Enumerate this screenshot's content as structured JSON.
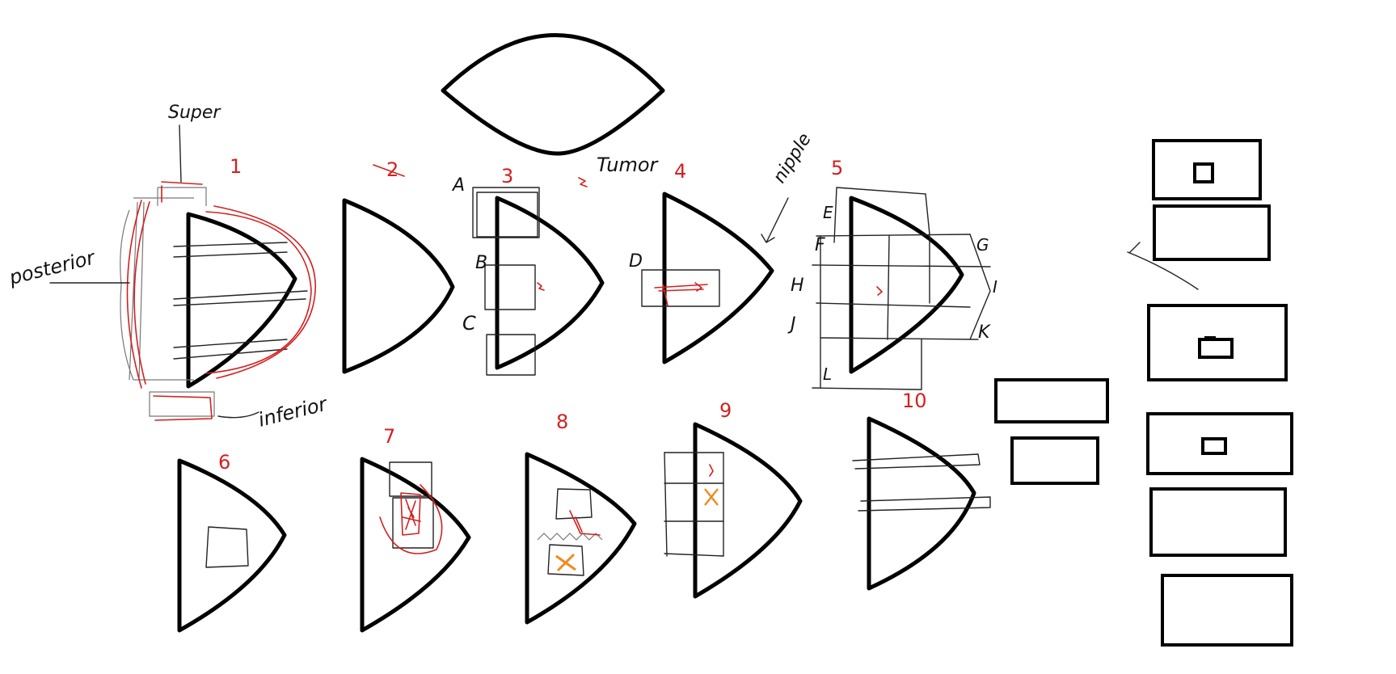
{
  "labels": {
    "superior": "Super",
    "posterior": "posterior",
    "inferior": "inferior",
    "tumor": "Tumor",
    "nipple": "nipple"
  },
  "section_letters": [
    "A",
    "B",
    "C",
    "D",
    "E",
    "F",
    "G",
    "H",
    "I",
    "J",
    "K",
    "L"
  ],
  "diagram_numbers": [
    "1",
    "2",
    "3",
    "4",
    "5",
    "6",
    "7",
    "8",
    "9",
    "10"
  ],
  "colors": {
    "ink": "#000000",
    "annotation": "#d42020",
    "marker": "#f08a1e"
  }
}
